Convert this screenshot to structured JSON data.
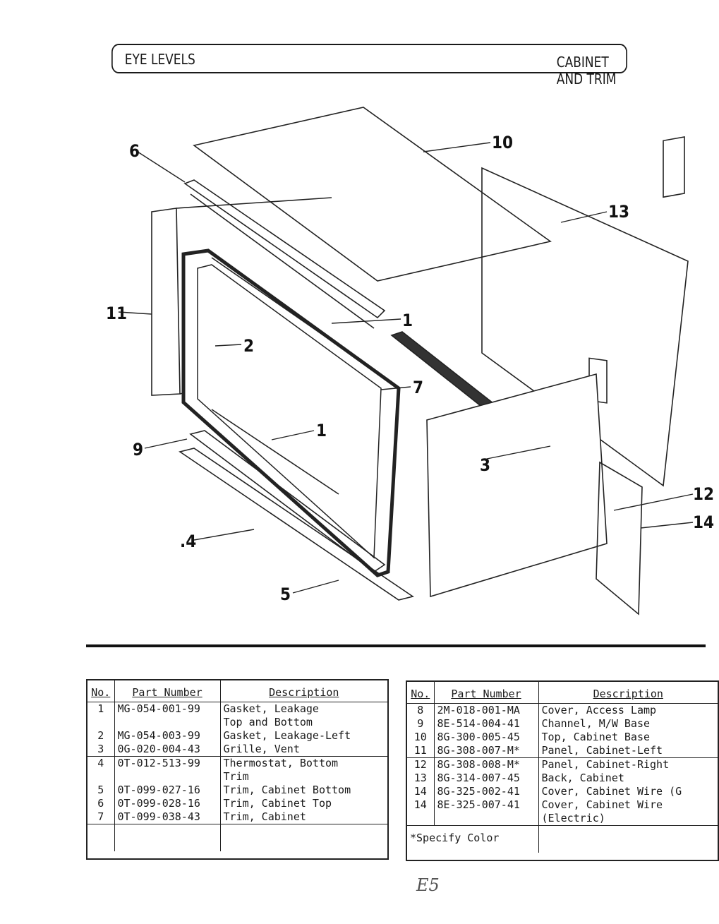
{
  "header": {
    "brand": "EYE LEVELS",
    "section": "CABINET AND TRIM"
  },
  "callouts": [
    {
      "id": "c1a",
      "label": "1"
    },
    {
      "id": "c1b",
      "label": "1"
    },
    {
      "id": "c2",
      "label": "2"
    },
    {
      "id": "c3",
      "label": "3"
    },
    {
      "id": "c4",
      "label": ".4"
    },
    {
      "id": "c5",
      "label": "5"
    },
    {
      "id": "c6",
      "label": "6"
    },
    {
      "id": "c7",
      "label": "7"
    },
    {
      "id": "c9",
      "label": "9"
    },
    {
      "id": "c10",
      "label": "10"
    },
    {
      "id": "c11",
      "label": "11"
    },
    {
      "id": "c12",
      "label": "12"
    },
    {
      "id": "c13",
      "label": "13"
    },
    {
      "id": "c14",
      "label": "14"
    }
  ],
  "left_table": {
    "headers": [
      "No.",
      "Part Number",
      "Description"
    ],
    "rows": [
      [
        "1",
        "MG-054-001-99",
        "Gasket, Leakage"
      ],
      [
        "",
        "",
        "Top and Bottom"
      ],
      [
        "2",
        "MG-054-003-99",
        "Gasket, Leakage-Left"
      ],
      [
        "3",
        "0G-020-004-43",
        "Grille, Vent"
      ],
      [
        "4",
        "0T-012-513-99",
        "Thermostat, Bottom"
      ],
      [
        "",
        "",
        "Trim"
      ],
      [
        "5",
        "0T-099-027-16",
        "Trim, Cabinet Bottom"
      ],
      [
        "6",
        "0T-099-028-16",
        "Trim, Cabinet Top"
      ],
      [
        "7",
        "0T-099-038-43",
        "Trim, Cabinet"
      ]
    ]
  },
  "right_table": {
    "headers": [
      "No.",
      "Part Number",
      "Description"
    ],
    "rows": [
      [
        "8",
        "2M-018-001-MA",
        "Cover, Access Lamp"
      ],
      [
        "9",
        "8E-514-004-41",
        "Channel, M/W Base"
      ],
      [
        "10",
        "8G-300-005-45",
        "Top, Cabinet Base"
      ],
      [
        "11",
        "8G-308-007-M*",
        "Panel, Cabinet-Left"
      ],
      [
        "12",
        "8G-308-008-M*",
        "Panel, Cabinet-Right"
      ],
      [
        "13",
        "8G-314-007-45",
        "Back, Cabinet"
      ],
      [
        "14",
        "8G-325-002-41",
        "Cover, Cabinet Wire (G"
      ],
      [
        "14",
        "8E-325-007-41",
        "Cover, Cabinet Wire"
      ],
      [
        "",
        "",
        "(Electric)"
      ]
    ],
    "footnote": "*Specify Color"
  },
  "page_mark": "E5"
}
